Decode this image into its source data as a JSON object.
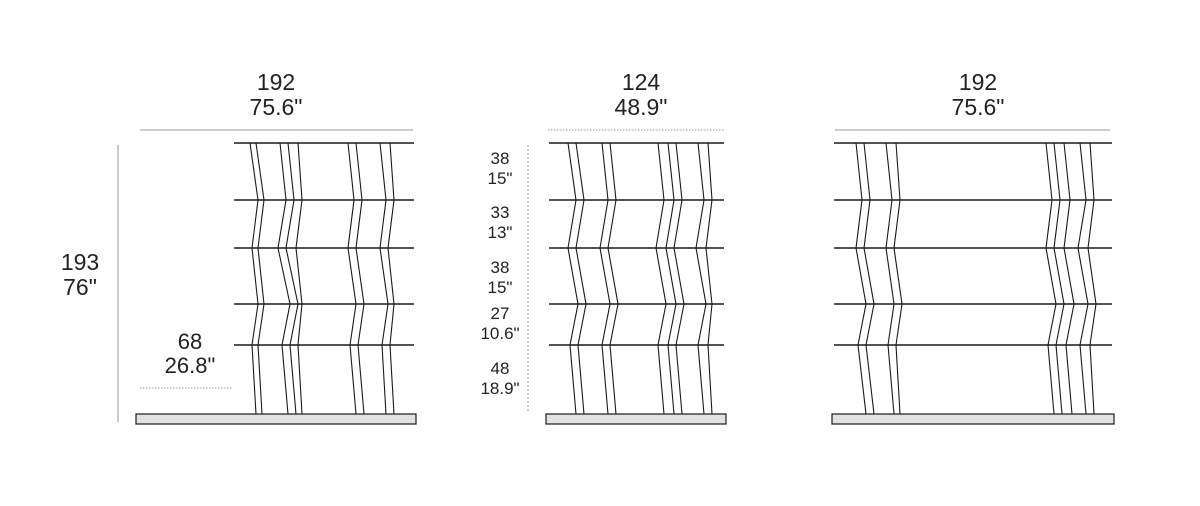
{
  "diagrams": [
    {
      "id": "shelf-wide-left",
      "width_cm": "192",
      "width_in": "75.6\"",
      "height_cm": "193",
      "height_in": "76\"",
      "depth_cm": "68",
      "depth_in": "26.8\""
    },
    {
      "id": "shelf-narrow",
      "width_cm": "124",
      "width_in": "48.9\"",
      "sections": [
        {
          "cm": "38",
          "in": "15\""
        },
        {
          "cm": "33",
          "in": "13\""
        },
        {
          "cm": "38",
          "in": "15\""
        },
        {
          "cm": "27",
          "in": "10.6\""
        },
        {
          "cm": "48",
          "in": "18.9\""
        }
      ]
    },
    {
      "id": "shelf-wide-right",
      "width_cm": "192",
      "width_in": "75.6\""
    }
  ],
  "colors": {
    "line": "#1a1a1a",
    "dim_line": "#999999",
    "text": "#222222",
    "base": "#e2e2e2"
  }
}
